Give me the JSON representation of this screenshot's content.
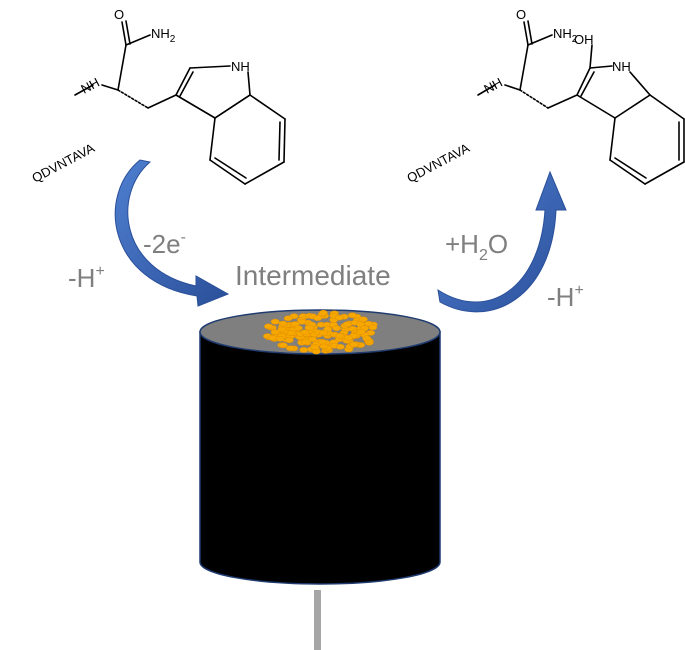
{
  "left_molecule": {
    "peptide_label": "QDVNTAVA",
    "amine_label": "NH",
    "amide_o": "O",
    "amide_n_label": "NH",
    "amide_sub": "2",
    "indole_nh": "NH"
  },
  "right_molecule": {
    "peptide_label": "QDVNTAVA",
    "amine_label": "NH",
    "amide_o": "O",
    "amide_n_label": "NH",
    "amide_sub": "2",
    "hydroxyl": "OH",
    "indole_nh": "NH"
  },
  "step1": {
    "electrons": "-2e",
    "electrons_sup": "-",
    "proton": "-H",
    "proton_sup": "+"
  },
  "intermediate": "Intermediate",
  "step2": {
    "water_a": "+H",
    "water_sub": "2",
    "water_b": "O",
    "proton": "-H",
    "proton_sup": "+"
  },
  "colors": {
    "arrow": "#3b67b6",
    "electrode_body": "#000000",
    "electrode_top": "#7f7f7f",
    "particles": "#f7a800",
    "wire": "#a6a6a6",
    "label": "#7f7f7f"
  }
}
